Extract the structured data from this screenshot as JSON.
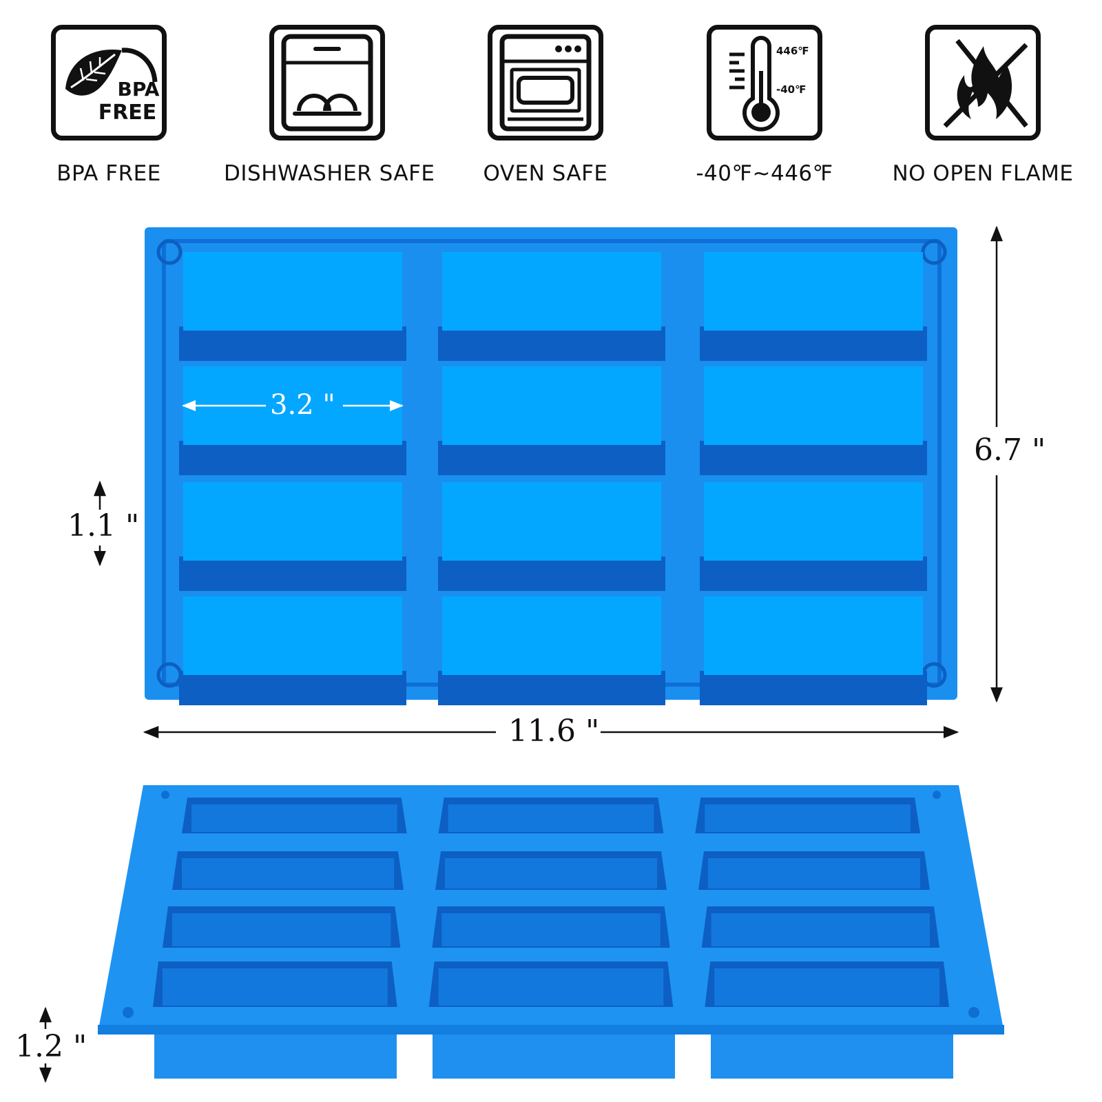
{
  "features": [
    {
      "id": "bpa",
      "label": "BPA FREE",
      "icon": "leaf-icon",
      "badge_line1": "BPA",
      "badge_line2": "FREE"
    },
    {
      "id": "dishwasher",
      "label": "DISHWASHER SAFE",
      "icon": "dishwasher-icon"
    },
    {
      "id": "oven",
      "label": "OVEN SAFE",
      "icon": "oven-icon"
    },
    {
      "id": "temp",
      "label": "-40℉~446℉",
      "icon": "thermometer-icon",
      "max_label": "446℉",
      "min_label": "-40℉"
    },
    {
      "id": "flame",
      "label": "NO OPEN FLAME",
      "icon": "no-flame-icon"
    }
  ],
  "dimensions": {
    "cavity_length": "3.2 \"",
    "cavity_width": "1.1 \"",
    "mold_height": "6.7 \"",
    "mold_length": "11.6 \"",
    "mold_depth": "1.2 \""
  },
  "mold": {
    "rows": 4,
    "columns": 3,
    "color_primary": "#1a8ff0",
    "color_light": "#04a7ff",
    "color_dark": "#0d5fc4"
  }
}
